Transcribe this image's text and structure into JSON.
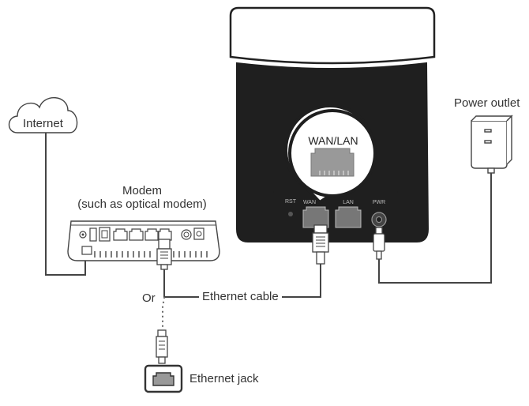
{
  "labels": {
    "internet": "Internet",
    "modem": "Modem",
    "modem_sub": "(such as optical modem)",
    "power_outlet": "Power outlet",
    "wan_lan_callout": "WAN/LAN",
    "rst": "RST",
    "wan_port": "WAN",
    "lan_port": "LAN",
    "pwr": "PWR",
    "or": "Or",
    "ethernet_cable": "Ethernet cable",
    "ethernet_jack": "Ethernet jack"
  },
  "colors": {
    "stroke": "#333333",
    "router_body": "#222222",
    "line": "#555555"
  }
}
